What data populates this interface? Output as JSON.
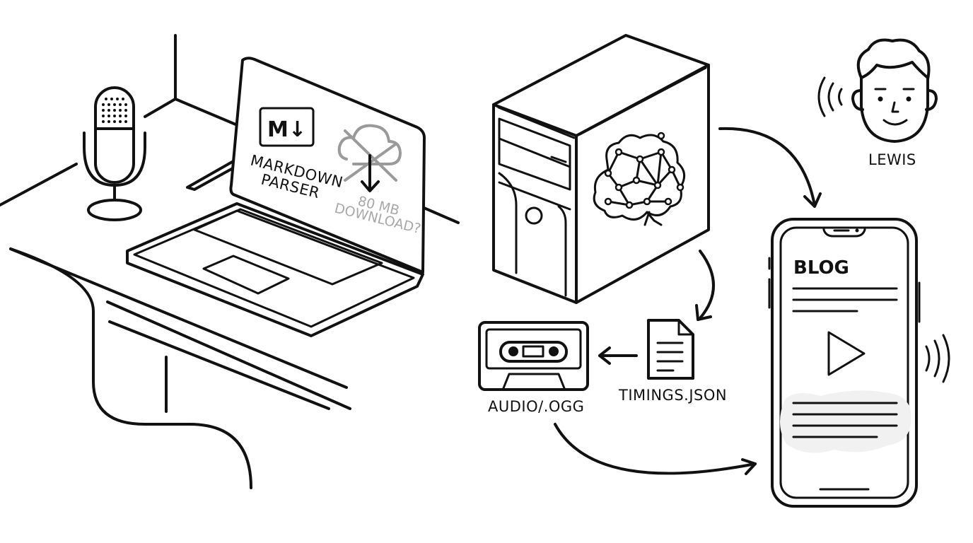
{
  "labels": {
    "markdown_line1": "MARKDOWN",
    "markdown_line2": "PARSER",
    "download_line1": "80 MB",
    "download_line2": "DOWNLOAD?",
    "markdown_logo": "M↓",
    "person": "LEWIS",
    "blog": "BLOG",
    "timings": "TIMINGS.JSON",
    "audio": "AUDIO/.OGG"
  },
  "icons": {
    "microphone": "microphone-icon",
    "laptop": "laptop-icon",
    "markdown": "markdown-icon",
    "cloud": "cloud-download-icon",
    "server": "server-tower-icon",
    "brain": "brain-network-icon",
    "person": "person-face-icon",
    "phone": "smartphone-icon",
    "play": "play-icon",
    "document": "document-icon",
    "cassette": "cassette-icon"
  },
  "colors": {
    "line": "#111111",
    "faded": "#9a9a9a",
    "background": "#ffffff"
  }
}
